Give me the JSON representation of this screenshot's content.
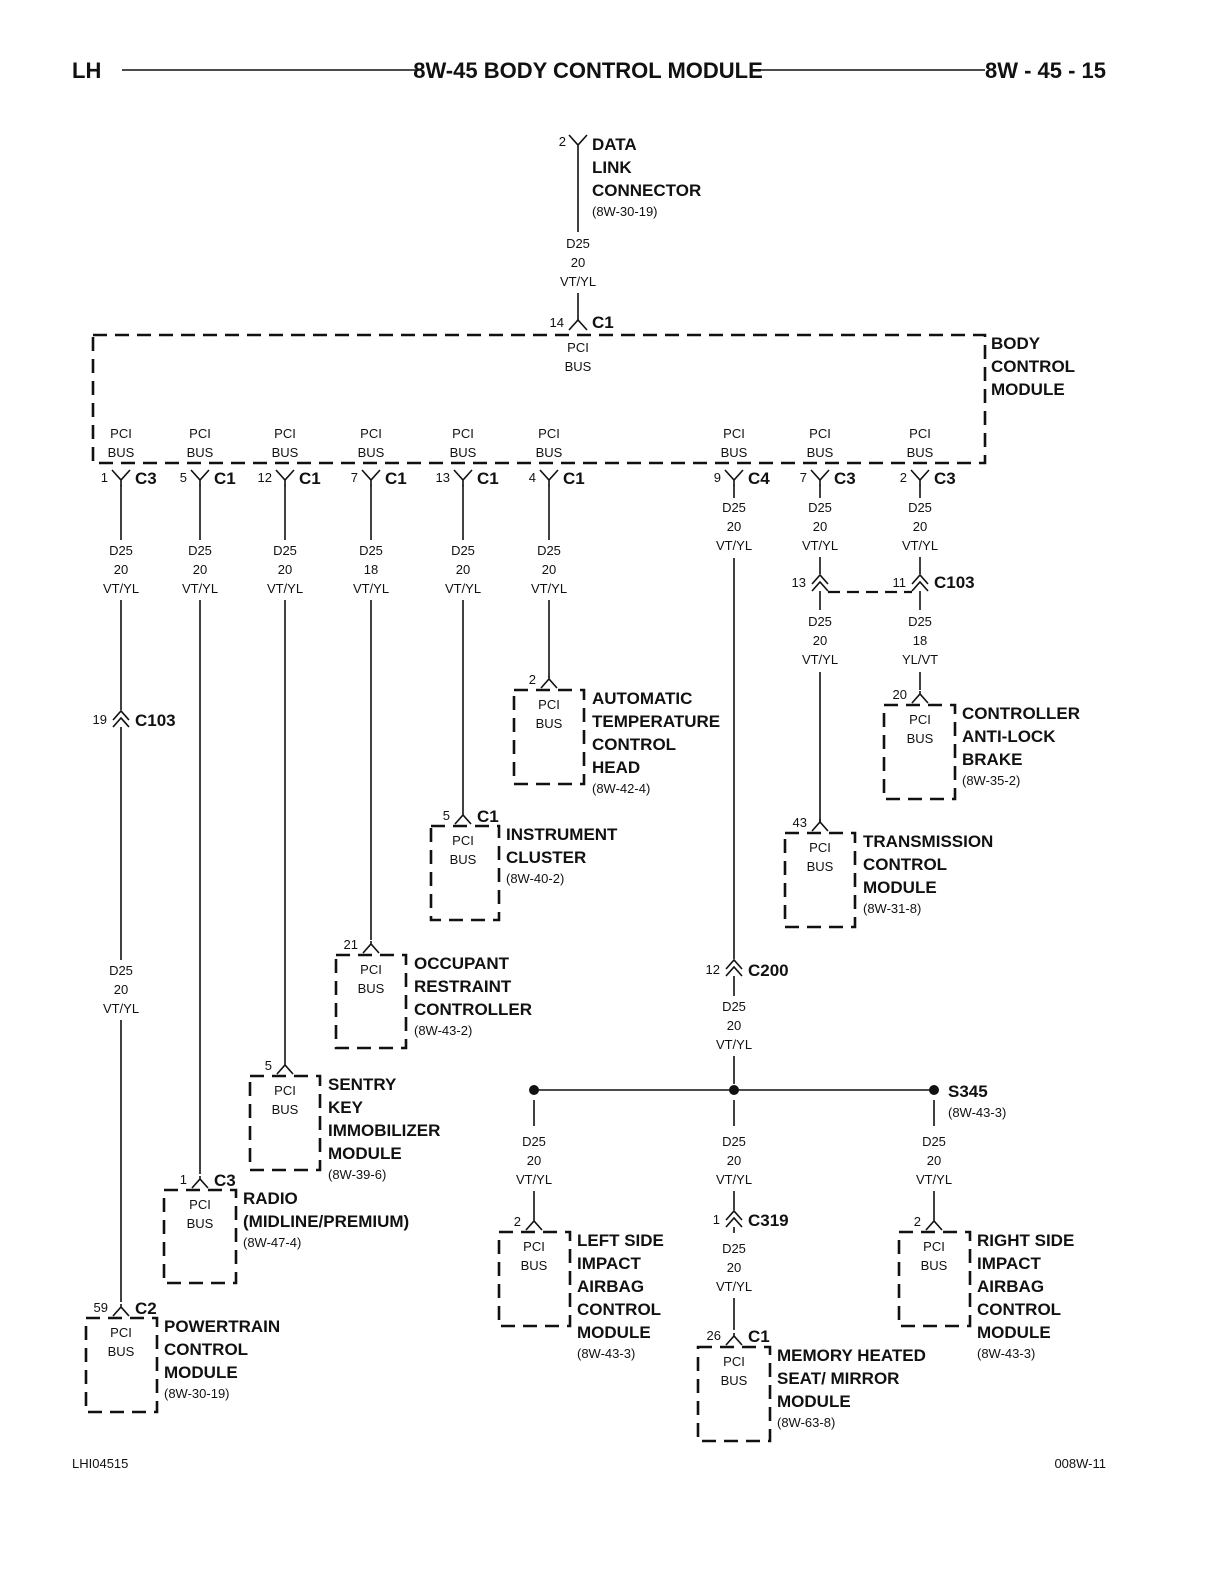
{
  "header": {
    "left": "LH",
    "title": "8W-45 BODY CONTROL MODULE",
    "page": "8W - 45 - 15"
  },
  "footer": {
    "left": "LHI04515",
    "right": "008W-11"
  },
  "pci_label": [
    "PCI",
    "BUS"
  ],
  "components": {
    "dlc": {
      "name": [
        "DATA",
        "LINK",
        "CONNECTOR"
      ],
      "ref": "(8W-30-19)",
      "pin": "2"
    },
    "bcm": {
      "name": [
        "BODY",
        "CONTROL",
        "MODULE"
      ],
      "top_pin": "14",
      "top_conn": "C1"
    },
    "atc": {
      "name": [
        "AUTOMATIC",
        "TEMPERATURE",
        "CONTROL",
        "HEAD"
      ],
      "ref": "(8W-42-4)",
      "pin": "2"
    },
    "ic": {
      "name": [
        "INSTRUMENT",
        "CLUSTER"
      ],
      "ref": "(8W-40-2)",
      "pin": "5",
      "conn": "C1"
    },
    "orc": {
      "name": [
        "OCCUPANT",
        "RESTRAINT",
        "CONTROLLER"
      ],
      "ref": "(8W-43-2)",
      "pin": "21"
    },
    "skim": {
      "name": [
        "SENTRY",
        "KEY",
        "IMMOBILIZER",
        "MODULE"
      ],
      "ref": "(8W-39-6)",
      "pin": "5"
    },
    "radio": {
      "name": [
        "RADIO",
        "(MIDLINE/PREMIUM)"
      ],
      "ref": "(8W-47-4)",
      "pin": "1",
      "conn": "C3"
    },
    "pcm": {
      "name": [
        "POWERTRAIN",
        "CONTROL",
        "MODULE"
      ],
      "ref": "(8W-30-19)",
      "pin": "59",
      "conn": "C2"
    },
    "cab": {
      "name": [
        "CONTROLLER",
        "ANTI-LOCK",
        "BRAKE"
      ],
      "ref": "(8W-35-2)",
      "pin": "20"
    },
    "tcm": {
      "name": [
        "TRANSMISSION",
        "CONTROL",
        "MODULE"
      ],
      "ref": "(8W-31-8)",
      "pin": "43"
    },
    "lsiacm": {
      "name": [
        "LEFT SIDE",
        "IMPACT",
        "AIRBAG",
        "CONTROL",
        "MODULE"
      ],
      "ref": "(8W-43-3)",
      "pin": "2"
    },
    "rsiacm": {
      "name": [
        "RIGHT SIDE",
        "IMPACT",
        "AIRBAG",
        "CONTROL",
        "MODULE"
      ],
      "ref": "(8W-43-3)",
      "pin": "2"
    },
    "mhsm": {
      "name": [
        "MEMORY HEATED",
        "SEAT/ MIRROR",
        "MODULE"
      ],
      "ref": "(8W-63-8)",
      "pin": "26",
      "conn": "C1"
    }
  },
  "bcm_pins": [
    {
      "pin": "1",
      "conn": "C3"
    },
    {
      "pin": "5",
      "conn": "C1"
    },
    {
      "pin": "12",
      "conn": "C1"
    },
    {
      "pin": "7",
      "conn": "C1"
    },
    {
      "pin": "13",
      "conn": "C1"
    },
    {
      "pin": "4",
      "conn": "C1"
    },
    {
      "pin": "9",
      "conn": "C4"
    },
    {
      "pin": "7",
      "conn": "C3"
    },
    {
      "pin": "2",
      "conn": "C3"
    }
  ],
  "wires": {
    "dlc": [
      "D25",
      "20",
      "VT/YL"
    ],
    "w1a": [
      "D25",
      "20",
      "VT/YL"
    ],
    "w1b": [
      "D25",
      "20",
      "VT/YL"
    ],
    "w2": [
      "D25",
      "20",
      "VT/YL"
    ],
    "w3": [
      "D25",
      "20",
      "VT/YL"
    ],
    "w4": [
      "D25",
      "18",
      "VT/YL"
    ],
    "w5": [
      "D25",
      "20",
      "VT/YL"
    ],
    "w6": [
      "D25",
      "20",
      "VT/YL"
    ],
    "w7a": [
      "D25",
      "20",
      "VT/YL"
    ],
    "w7b": [
      "D25",
      "20",
      "VT/YL"
    ],
    "w8a": [
      "D25",
      "20",
      "VT/YL"
    ],
    "w8b": [
      "D25",
      "20",
      "VT/YL"
    ],
    "w9a": [
      "D25",
      "20",
      "VT/YL"
    ],
    "w9b": [
      "D25",
      "18",
      "YL/VT"
    ],
    "sl": [
      "D25",
      "20",
      "VT/YL"
    ],
    "sm": [
      "D25",
      "20",
      "VT/YL"
    ],
    "sm2": [
      "D25",
      "20",
      "VT/YL"
    ],
    "sr": [
      "D25",
      "20",
      "VT/YL"
    ]
  },
  "inline": {
    "c103_left": {
      "pin": "19",
      "conn": "C103"
    },
    "c103_right": {
      "pin_a": "13",
      "pin_b": "11",
      "conn": "C103"
    },
    "c200": {
      "pin": "12",
      "conn": "C200"
    },
    "c319": {
      "pin": "1",
      "conn": "C319"
    }
  },
  "splice": {
    "name": "S345",
    "ref": "(8W-43-3)"
  }
}
